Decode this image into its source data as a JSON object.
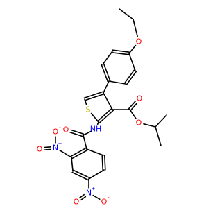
{
  "molecule": {
    "atoms": [
      {
        "id": "S1",
        "label": "S",
        "color": "#b8b800"
      },
      {
        "id": "N_amide",
        "label": "NH",
        "color": "#0000ff"
      },
      {
        "id": "O_amide",
        "label": "O",
        "color": "#ff0000"
      },
      {
        "id": "O_ester_carbonyl",
        "label": "O",
        "color": "#ff0000"
      },
      {
        "id": "O_ester",
        "label": "O",
        "color": "#ff0000"
      },
      {
        "id": "O_ether",
        "label": "O",
        "color": "#ff0000"
      },
      {
        "id": "N_nitro_a",
        "label": "N",
        "color": "#0000ff",
        "charge": "+"
      },
      {
        "id": "O_nitro_a1",
        "label": "O",
        "color": "#ff0000"
      },
      {
        "id": "O_nitro_a2",
        "label": "O",
        "color": "#ff0000",
        "charge": "-"
      },
      {
        "id": "N_nitro_b",
        "label": "N",
        "color": "#0000ff",
        "charge": "+"
      },
      {
        "id": "O_nitro_b1",
        "label": "O",
        "color": "#ff0000"
      },
      {
        "id": "O_nitro_b2",
        "label": "O",
        "color": "#ff0000",
        "charge": "-"
      }
    ]
  }
}
